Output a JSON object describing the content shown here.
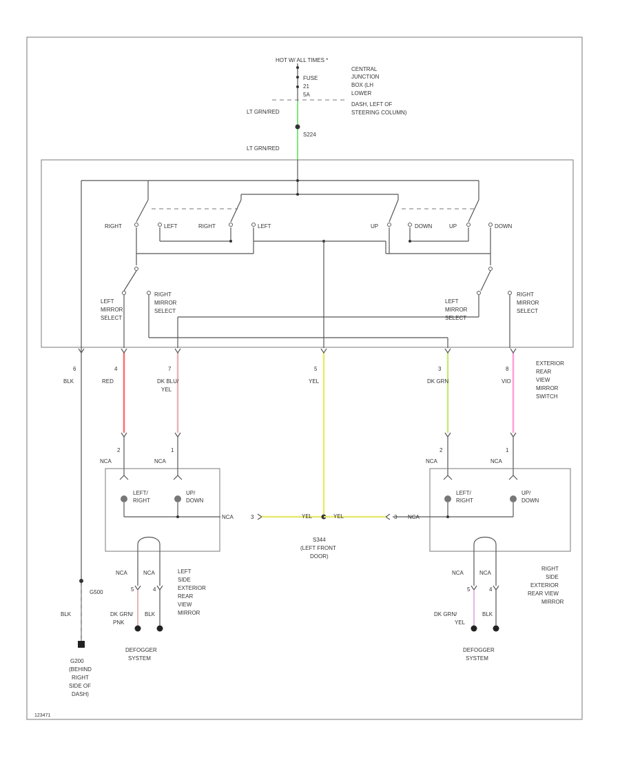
{
  "power": {
    "hot_label": "HOT W/ ALL TIMES *",
    "fuse_lines": [
      "FUSE",
      "21",
      "5A"
    ],
    "junction_lines": [
      "CENTRAL",
      "JUNCTION",
      "BOX (LH",
      "LOWER",
      "DASH, LEFT OF",
      "STEERING COLUMN)"
    ],
    "wire_top": "LT GRN/RED",
    "splice": "S224",
    "wire_bottom": "LT GRN/RED"
  },
  "switch": {
    "left_side": {
      "contacts": [
        "RIGHT",
        "LEFT",
        "RIGHT",
        "LEFT"
      ],
      "select_left": [
        "LEFT",
        "MIRROR",
        "SELECT"
      ],
      "select_right": [
        "RIGHT",
        "MIRROR",
        "SELECT"
      ]
    },
    "right_side": {
      "contacts": [
        "UP",
        "DOWN",
        "UP",
        "DOWN"
      ],
      "select_left": [
        "LEFT",
        "MIRROR",
        "SELECT"
      ],
      "select_right": [
        "RIGHT",
        "MIRROR",
        "SELECT"
      ]
    },
    "name_lines": [
      "EXTERIOR",
      "REAR",
      "VIEW",
      "MIRROR",
      "SWITCH"
    ]
  },
  "pins": [
    {
      "num": "6",
      "color_lines": [
        "BLK"
      ],
      "color_hex": "#555555"
    },
    {
      "num": "4",
      "color_lines": [
        "RED"
      ],
      "color_hex": "#ff6b6b"
    },
    {
      "num": "7",
      "color_lines": [
        "DK BLU/",
        "YEL"
      ],
      "color_hex": "#e7b5b5"
    },
    {
      "num": "5",
      "color_lines": [
        "YEL"
      ],
      "color_hex": "#e8e870"
    },
    {
      "num": "3",
      "color_lines": [
        "DK GRN"
      ],
      "color_hex": "#c8e87a"
    },
    {
      "num": "8",
      "color_lines": [
        "VIO"
      ],
      "color_hex": "#ff9ed8"
    }
  ],
  "mirror_left": {
    "pins": [
      "2",
      "1"
    ],
    "nca": "NCA",
    "motor_labels": [
      [
        "LEFT/",
        "RIGHT"
      ],
      [
        "UP/",
        "DOWN"
      ]
    ],
    "common_pin": "3",
    "name_lines": [
      "LEFT",
      "SIDE",
      "EXTERIOR",
      "REAR",
      "VIEW",
      "MIRROR"
    ],
    "heater_labels": [
      "NCA",
      "NCA"
    ],
    "heater_pins": [
      "5",
      "4"
    ],
    "heater_wires": [
      [
        "DK GRN/",
        "PNK"
      ],
      [
        "BLK"
      ]
    ],
    "defog": [
      "DEFOGGER",
      "SYSTEM"
    ]
  },
  "mirror_right": {
    "pins": [
      "2",
      "1"
    ],
    "nca": "NCA",
    "motor_labels": [
      [
        "LEFT/",
        "RIGHT"
      ],
      [
        "UP/",
        "DOWN"
      ]
    ],
    "common_pin": "3",
    "name_lines": [
      "RIGHT",
      "SIDE",
      "EXTERIOR",
      "REAR VIEW",
      "MIRROR"
    ],
    "heater_labels": [
      "NCA",
      "NCA"
    ],
    "heater_pins": [
      "5",
      "4"
    ],
    "heater_wires": [
      [
        "DK GRN/",
        "YEL"
      ],
      [
        "BLK"
      ]
    ],
    "defog": [
      "DEFOGGER",
      "SYSTEM"
    ]
  },
  "yel_splice": {
    "wire_left": "NCA",
    "yel_left": "YEL",
    "yel_right": "YEL",
    "wire_right": "NCA",
    "name_lines": [
      "S344",
      "(LEFT FRONT",
      "DOOR)"
    ]
  },
  "ground": {
    "splice": "G500",
    "wire": "BLK",
    "name_lines": [
      "G200",
      "(BEHIND",
      "RIGHT",
      "SIDE OF",
      "DASH)"
    ]
  },
  "footer": "123471"
}
